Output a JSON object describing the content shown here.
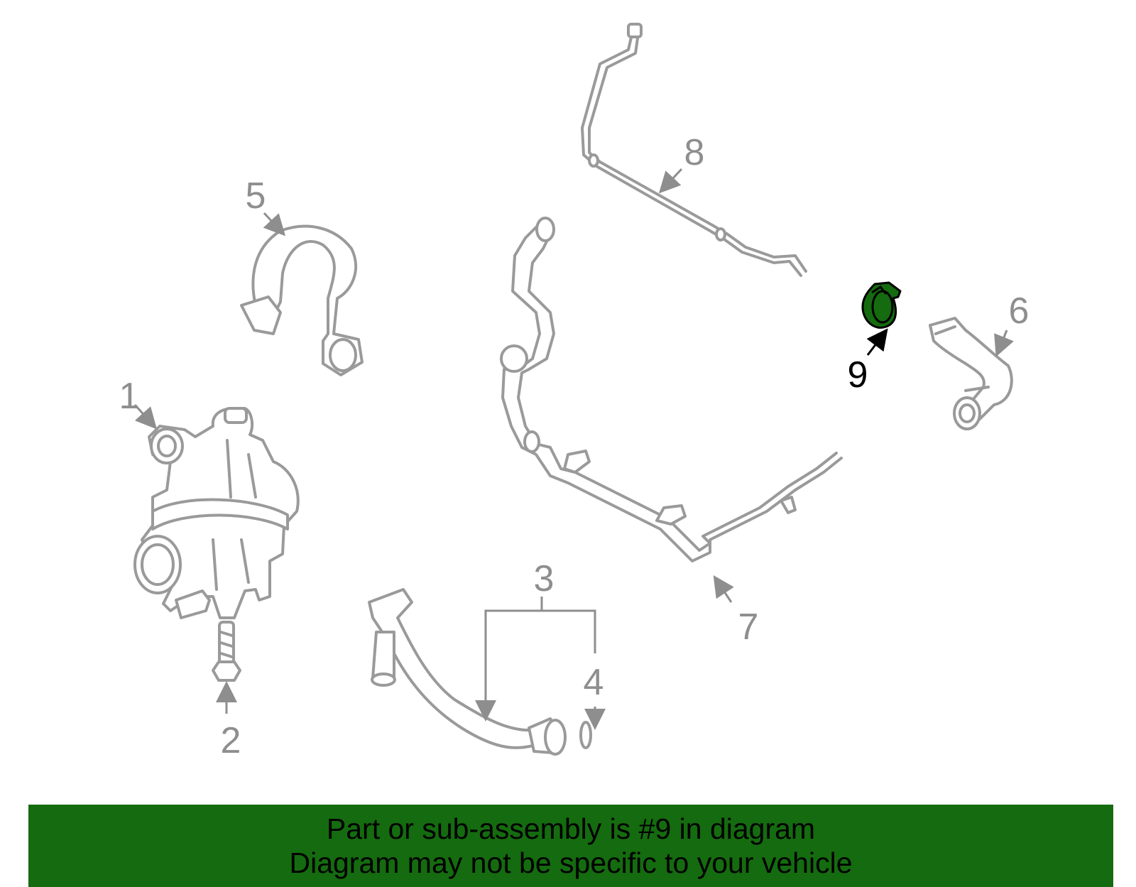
{
  "callouts": {
    "c1": "1",
    "c2": "2",
    "c3": "3",
    "c4": "4",
    "c5": "5",
    "c6": "6",
    "c7": "7",
    "c8": "8",
    "c9": "9"
  },
  "highlight": {
    "part_number": "9",
    "color": "#156b0f"
  },
  "banner": {
    "line1": "Part or sub-assembly is #9 in diagram",
    "line2": "Diagram may not be specific to your vehicle",
    "background": "#156b0f"
  },
  "colors": {
    "part_outline": "#9a9a9a",
    "callout_text": "#8e8e8e",
    "highlight_text": "#000000"
  }
}
